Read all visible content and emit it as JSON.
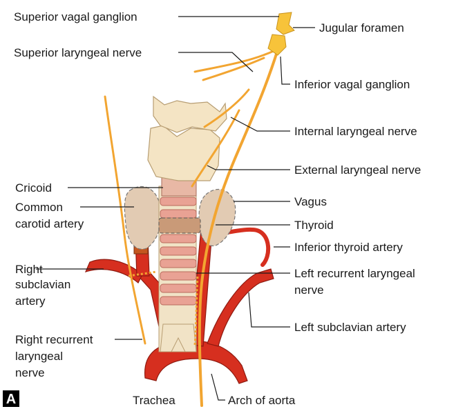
{
  "figure": {
    "panel_label": "A",
    "colors": {
      "nerve": "#f2a531",
      "artery": "#d62f1f",
      "cartilage": "#f4e4c4",
      "tracheal_ring": "#e9a294",
      "thyroid": "#e2cbb3",
      "label_text": "#1a1a1a"
    },
    "labels": {
      "superior_vagal_ganglion": "Superior vagal ganglion",
      "jugular_foramen": "Jugular foramen",
      "superior_laryngeal_nerve": "Superior laryngeal nerve",
      "inferior_vagal_ganglion": "Inferior vagal ganglion",
      "internal_laryngeal_nerve": "Internal laryngeal nerve",
      "external_laryngeal_nerve": "External laryngeal nerve",
      "cricoid": "Cricoid",
      "common_carotid_line1": "Common",
      "common_carotid_line2": "carotid artery",
      "vagus": "Vagus",
      "thyroid": "Thyroid",
      "inferior_thyroid_artery": "Inferior thyroid artery",
      "right_subclavian_line1": "Right",
      "right_subclavian_line2": "subclavian",
      "right_subclavian_line3": "artery",
      "left_recurrent_line1": "Left recurrent laryngeal",
      "left_recurrent_line2": "nerve",
      "left_subclavian_artery": "Left subclavian artery",
      "right_recurrent_line1": "Right recurrent",
      "right_recurrent_line2": "laryngeal",
      "right_recurrent_line3": "nerve",
      "trachea": "Trachea",
      "arch_of_aorta": "Arch of aorta"
    }
  }
}
